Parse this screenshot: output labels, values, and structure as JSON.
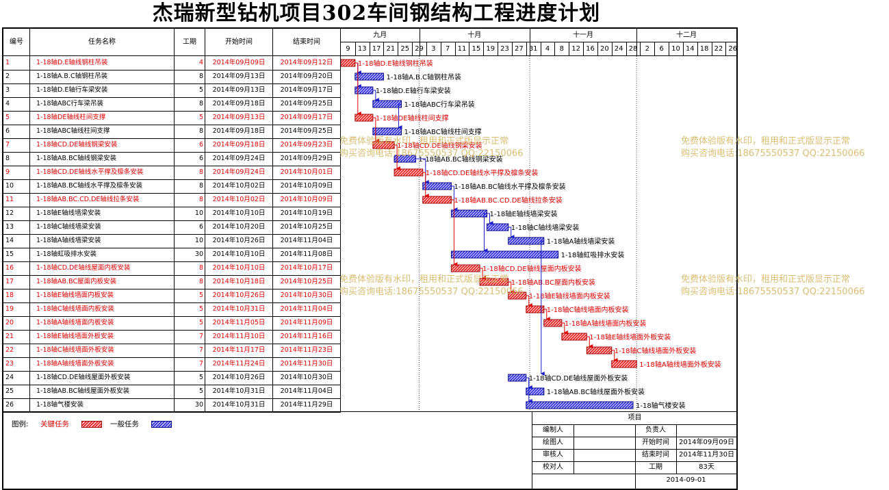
{
  "title": "杰瑞新型钻机项目302车间钢结构工程进度计划",
  "columns": {
    "id": "编号",
    "name": "任务名称",
    "dur": "工期",
    "start": "开始时间",
    "end": "结束时间"
  },
  "months": [
    "九月",
    "十月",
    "十一月",
    "十二月"
  ],
  "day_ticks": [
    "9",
    "13",
    "17",
    "21",
    "25",
    "29",
    "3",
    "7",
    "11",
    "15",
    "19",
    "23",
    "27",
    "31",
    "4",
    "8",
    "12",
    "16",
    "20",
    "24",
    "28",
    "2",
    "6",
    "10",
    "14",
    "18",
    "22",
    "26"
  ],
  "colors": {
    "critical": "#e00000",
    "normal": "#1a1acc",
    "critical_fill": "#e83030",
    "normal_fill": "#3a3ae0"
  },
  "chart_data": {
    "type": "gantt",
    "title": "杰瑞新型钻机项目302车间钢结构工程进度计划",
    "x_range": [
      "2014-09-09",
      "2014-12-28"
    ],
    "tasks": [
      {
        "id": "1",
        "name": "1-18轴D.E轴线钢柱吊装",
        "dur": "4",
        "start": "2014年09月09日",
        "end": "2014年09月12日",
        "s": "2014-09-09",
        "e": "2014-09-12",
        "critical": true,
        "label": "1-18轴D.E轴线钢柱吊装"
      },
      {
        "id": "2",
        "name": "1-18轴A.B.C轴钢柱吊装",
        "dur": "8",
        "start": "2014年09月13日",
        "end": "2014年09月20日",
        "s": "2014-09-13",
        "e": "2014-09-20",
        "critical": false,
        "label": "1-18轴A.B.C轴钢柱吊装"
      },
      {
        "id": "3",
        "name": "1-18轴D.E轴行车梁安装",
        "dur": "5",
        "start": "2014年09月13日",
        "end": "2014年09月17日",
        "s": "2014-09-13",
        "e": "2014-09-17",
        "critical": false,
        "label": "1-18轴D.E轴行车梁安装"
      },
      {
        "id": "4",
        "name": "1-18轴ABC行车梁吊装",
        "dur": "8",
        "start": "2014年09月18日",
        "end": "2014年09月25日",
        "s": "2014-09-18",
        "e": "2014-09-25",
        "critical": false,
        "label": "1-18轴ABC行车梁吊装"
      },
      {
        "id": "5",
        "name": "1-18轴DE轴线柱间支撑",
        "dur": "5",
        "start": "2014年09月13日",
        "end": "2014年09月17日",
        "s": "2014-09-13",
        "e": "2014-09-17",
        "critical": true,
        "label": "1-18轴DE轴线柱间支撑"
      },
      {
        "id": "6",
        "name": "1-18轴ABC轴线柱间支撑",
        "dur": "8",
        "start": "2014年09月18日",
        "end": "2014年09月25日",
        "s": "2014-09-18",
        "e": "2014-09-25",
        "critical": false,
        "label": "1-18轴ABC轴线柱间支撑"
      },
      {
        "id": "7",
        "name": "1-18轴CD.DE轴线钢梁安装",
        "dur": "6",
        "start": "2014年09月18日",
        "end": "2014年09月23日",
        "s": "2014-09-18",
        "e": "2014-09-23",
        "critical": true,
        "label": "1-18轴CD.DE轴线钢梁安装"
      },
      {
        "id": "8",
        "name": "1-18轴AB.BC轴线钢梁安装",
        "dur": "6",
        "start": "2014年09月24日",
        "end": "2014年09月29日",
        "s": "2014-09-24",
        "e": "2014-09-29",
        "critical": false,
        "label": "1-18轴AB.BC轴线钢梁安装"
      },
      {
        "id": "9",
        "name": "1-18轴CD.DE轴线水平撑及檩条安装",
        "dur": "8",
        "start": "2014年09月24日",
        "end": "2014年10月01日",
        "s": "2014-09-24",
        "e": "2014-10-01",
        "critical": true,
        "label": "1-18轴CD.DE轴线水平撑及檩条安装"
      },
      {
        "id": "10",
        "name": "1-18轴AB.BC轴线水平撑及檩条安装",
        "dur": "8",
        "start": "2014年10月02日",
        "end": "2014年10月09日",
        "s": "2014-10-02",
        "e": "2014-10-09",
        "critical": false,
        "label": "1-18轴AB.BC轴线水平撑及檩条安装"
      },
      {
        "id": "11",
        "name": "1-18轴AB.BC.CD.DE轴线拉条安装",
        "dur": "8",
        "start": "2014年10月02日",
        "end": "2014年10月09日",
        "s": "2014-10-02",
        "e": "2014-10-09",
        "critical": true,
        "label": "1-18轴AB.BC.CD.DE轴线拉条安装"
      },
      {
        "id": "12",
        "name": "1-18轴E轴线墙梁安装",
        "dur": "10",
        "start": "2014年10月10日",
        "end": "2014年10月19日",
        "s": "2014-10-10",
        "e": "2014-10-19",
        "critical": false,
        "label": "1-18轴E轴线墙梁安装"
      },
      {
        "id": "13",
        "name": "1-18轴C轴线墙梁安装",
        "dur": "6",
        "start": "2014年10月20日",
        "end": "2014年10月25日",
        "s": "2014-10-20",
        "e": "2014-10-25",
        "critical": false,
        "label": "1-18轴C轴线墙梁安装"
      },
      {
        "id": "14",
        "name": "1-18轴A轴线墙梁安装",
        "dur": "10",
        "start": "2014年10月26日",
        "end": "2014年11月04日",
        "s": "2014-10-26",
        "e": "2014-11-04",
        "critical": false,
        "label": "1-18轴A轴线墙梁安装"
      },
      {
        "id": "15",
        "name": "1-18轴虹吸排水安装",
        "dur": "30",
        "start": "2014年10月10日",
        "end": "2014年11月08日",
        "s": "2014-10-10",
        "e": "2014-11-08",
        "critical": false,
        "label": "1-18轴虹吸排水安装"
      },
      {
        "id": "16",
        "name": "1-18轴CD.DE轴线屋面内板安装",
        "dur": "8",
        "start": "2014年10月10日",
        "end": "2014年10月17日",
        "s": "2014-10-10",
        "e": "2014-10-17",
        "critical": true,
        "label": "1-18轴CD.DE轴线屋面内板安装"
      },
      {
        "id": "17",
        "name": "1-18轴AB.BC屋面内板安装",
        "dur": "8",
        "start": "2014年10月18日",
        "end": "2014年10月25日",
        "s": "2014-10-18",
        "e": "2014-10-25",
        "critical": true,
        "label": "1-18轴AB.BC屋面内板安装"
      },
      {
        "id": "18",
        "name": "1-18轴E轴线墙面内板安装",
        "dur": "5",
        "start": "2014年10月26日",
        "end": "2014年10月30日",
        "s": "2014-10-26",
        "e": "2014-10-30",
        "critical": true,
        "label": "1-18轴E轴线墙面内板安装"
      },
      {
        "id": "19",
        "name": "1-18轴C轴线墙面内板安装",
        "dur": "5",
        "start": "2014年10月31日",
        "end": "2014年11月04日",
        "s": "2014-10-31",
        "e": "2014-11-04",
        "critical": true,
        "label": "1-18轴C轴线墙面内板安装"
      },
      {
        "id": "20",
        "name": "1-18轴A轴线墙面内板安装",
        "dur": "5",
        "start": "2014年11月05日",
        "end": "2014年11月09日",
        "s": "2014-11-05",
        "e": "2014-11-09",
        "critical": true,
        "label": "1-18轴A轴线墙面内板安装"
      },
      {
        "id": "21",
        "name": "1-18轴E轴线墙面外板安装",
        "dur": "7",
        "start": "2014年11月10日",
        "end": "2014年11月16日",
        "s": "2014-11-10",
        "e": "2014-11-16",
        "critical": true,
        "label": "1-18轴E轴线墙面外板安装"
      },
      {
        "id": "22",
        "name": "1-18轴C轴线墙面外板安装",
        "dur": "7",
        "start": "2014年11月17日",
        "end": "2014年11月23日",
        "s": "2014-11-17",
        "e": "2014-11-23",
        "critical": true,
        "label": "1-18轴C轴线墙面外板安装"
      },
      {
        "id": "23",
        "name": "1-18轴A轴线墙面外板安装",
        "dur": "7",
        "start": "2014年11月24日",
        "end": "2014年11月30日",
        "s": "2014-11-24",
        "e": "2014-11-30",
        "critical": true,
        "label": "1-18轴A轴线墙面外板安装"
      },
      {
        "id": "24",
        "name": "1-18轴CD.DE轴线屋面外板安装",
        "dur": "5",
        "start": "2014年10月26日",
        "end": "2014年10月30日",
        "s": "2014-10-26",
        "e": "2014-10-30",
        "critical": false,
        "label": "1-18轴CD.DE轴线屋面外板安装"
      },
      {
        "id": "25",
        "name": "1-18轴AB.BC轴线屋面外板安装",
        "dur": "5",
        "start": "2014年10月31日",
        "end": "2014年11月04日",
        "s": "2014-10-31",
        "e": "2014-11-04",
        "critical": false,
        "label": "1-18轴AB.BC轴线屋面外板安装"
      },
      {
        "id": "26",
        "name": "1-18轴气楼安装",
        "dur": "30",
        "start": "2014年10月31日",
        "end": "2014年11月29日",
        "s": "2014-10-31",
        "e": "2014-11-29",
        "critical": false,
        "label": "1-18轴气楼安装"
      }
    ],
    "links": [
      [
        1,
        2
      ],
      [
        1,
        3
      ],
      [
        1,
        5
      ],
      [
        3,
        4
      ],
      [
        5,
        7
      ],
      [
        4,
        6
      ],
      [
        7,
        9
      ],
      [
        8,
        10
      ],
      [
        9,
        11
      ],
      [
        10,
        12
      ],
      [
        11,
        16
      ],
      [
        12,
        13
      ],
      [
        13,
        14
      ],
      [
        12,
        15
      ],
      [
        16,
        17
      ],
      [
        17,
        18
      ],
      [
        18,
        19
      ],
      [
        19,
        20
      ],
      [
        20,
        21
      ],
      [
        21,
        22
      ],
      [
        22,
        23
      ],
      [
        14,
        24
      ],
      [
        24,
        25
      ],
      [
        24,
        26
      ]
    ]
  },
  "legend": {
    "label": "图例:",
    "critical": "关键任务",
    "normal": "一般任务"
  },
  "info_table": {
    "header": "项目",
    "rows": [
      [
        "编制人",
        "",
        "负责人",
        ""
      ],
      [
        "绘图人",
        "",
        "开始时间",
        "2014年09月09日"
      ],
      [
        "审核人",
        "",
        "结束时间",
        "2014年11月30日"
      ],
      [
        "校对人",
        "",
        "工期",
        "83天"
      ]
    ],
    "date": "2014-09-01"
  },
  "watermark": {
    "line1": "免费体验版有水印，租用和正式版显示正常",
    "line2": "购买咨询电话:18675550537 QQ:22150066"
  }
}
